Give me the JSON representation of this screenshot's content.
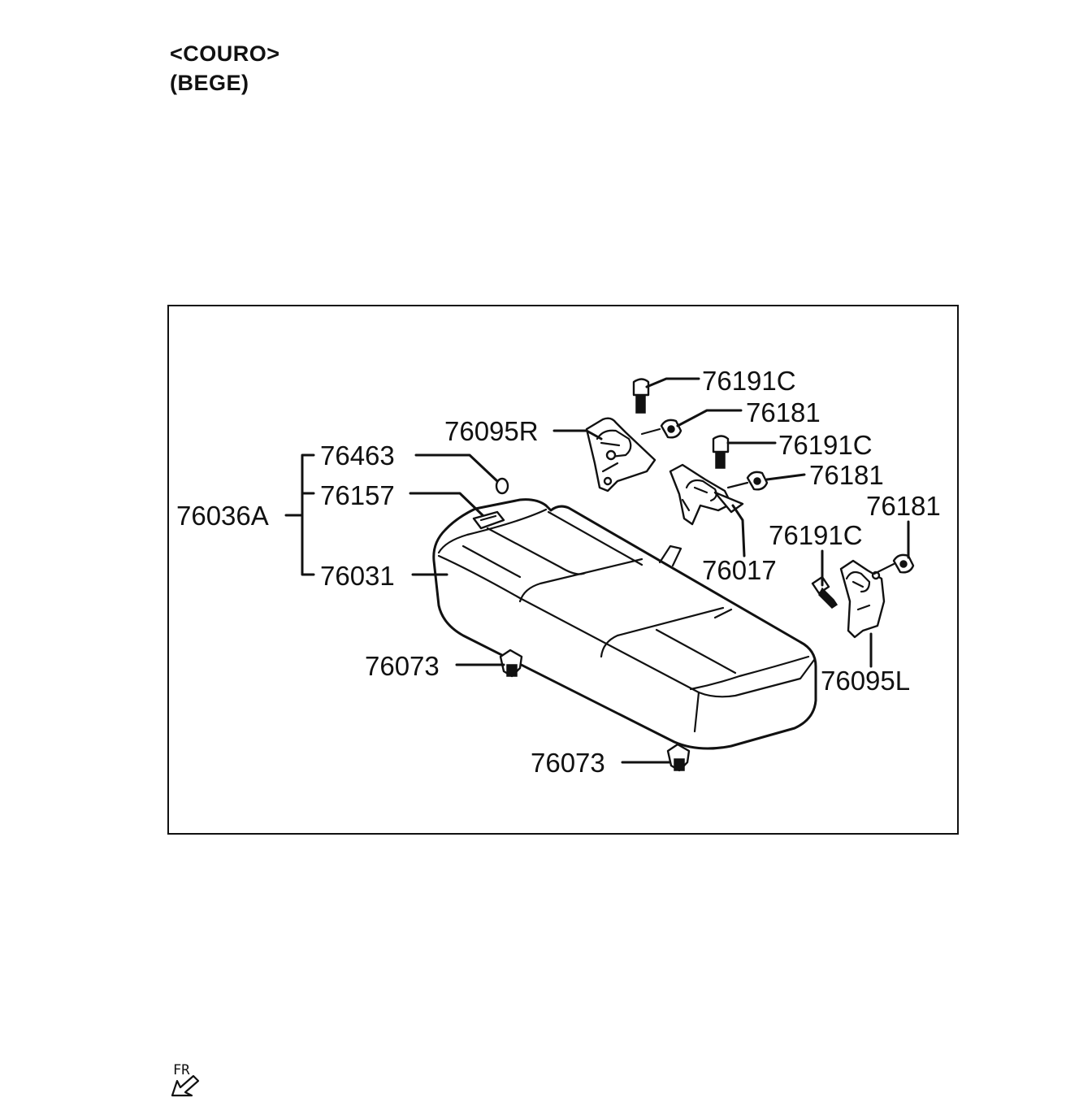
{
  "header": {
    "material": "<COURO>",
    "color": "(BEGE)"
  },
  "parts": {
    "p76191C_a": "76191C",
    "p76181_a": "76181",
    "p76095R": "76095R",
    "p76191C_b": "76191C",
    "p76463": "76463",
    "p76181_b": "76181",
    "p76036A": "76036A",
    "p76157": "76157",
    "p76181_c": "76181",
    "p76191C_c": "76191C",
    "p76017": "76017",
    "p76031": "76031",
    "p76073_a": "76073",
    "p76095L": "76095L",
    "p76073_b": "76073"
  },
  "orientation": {
    "label": "FR",
    "icon": "front-direction-arrow-icon"
  }
}
